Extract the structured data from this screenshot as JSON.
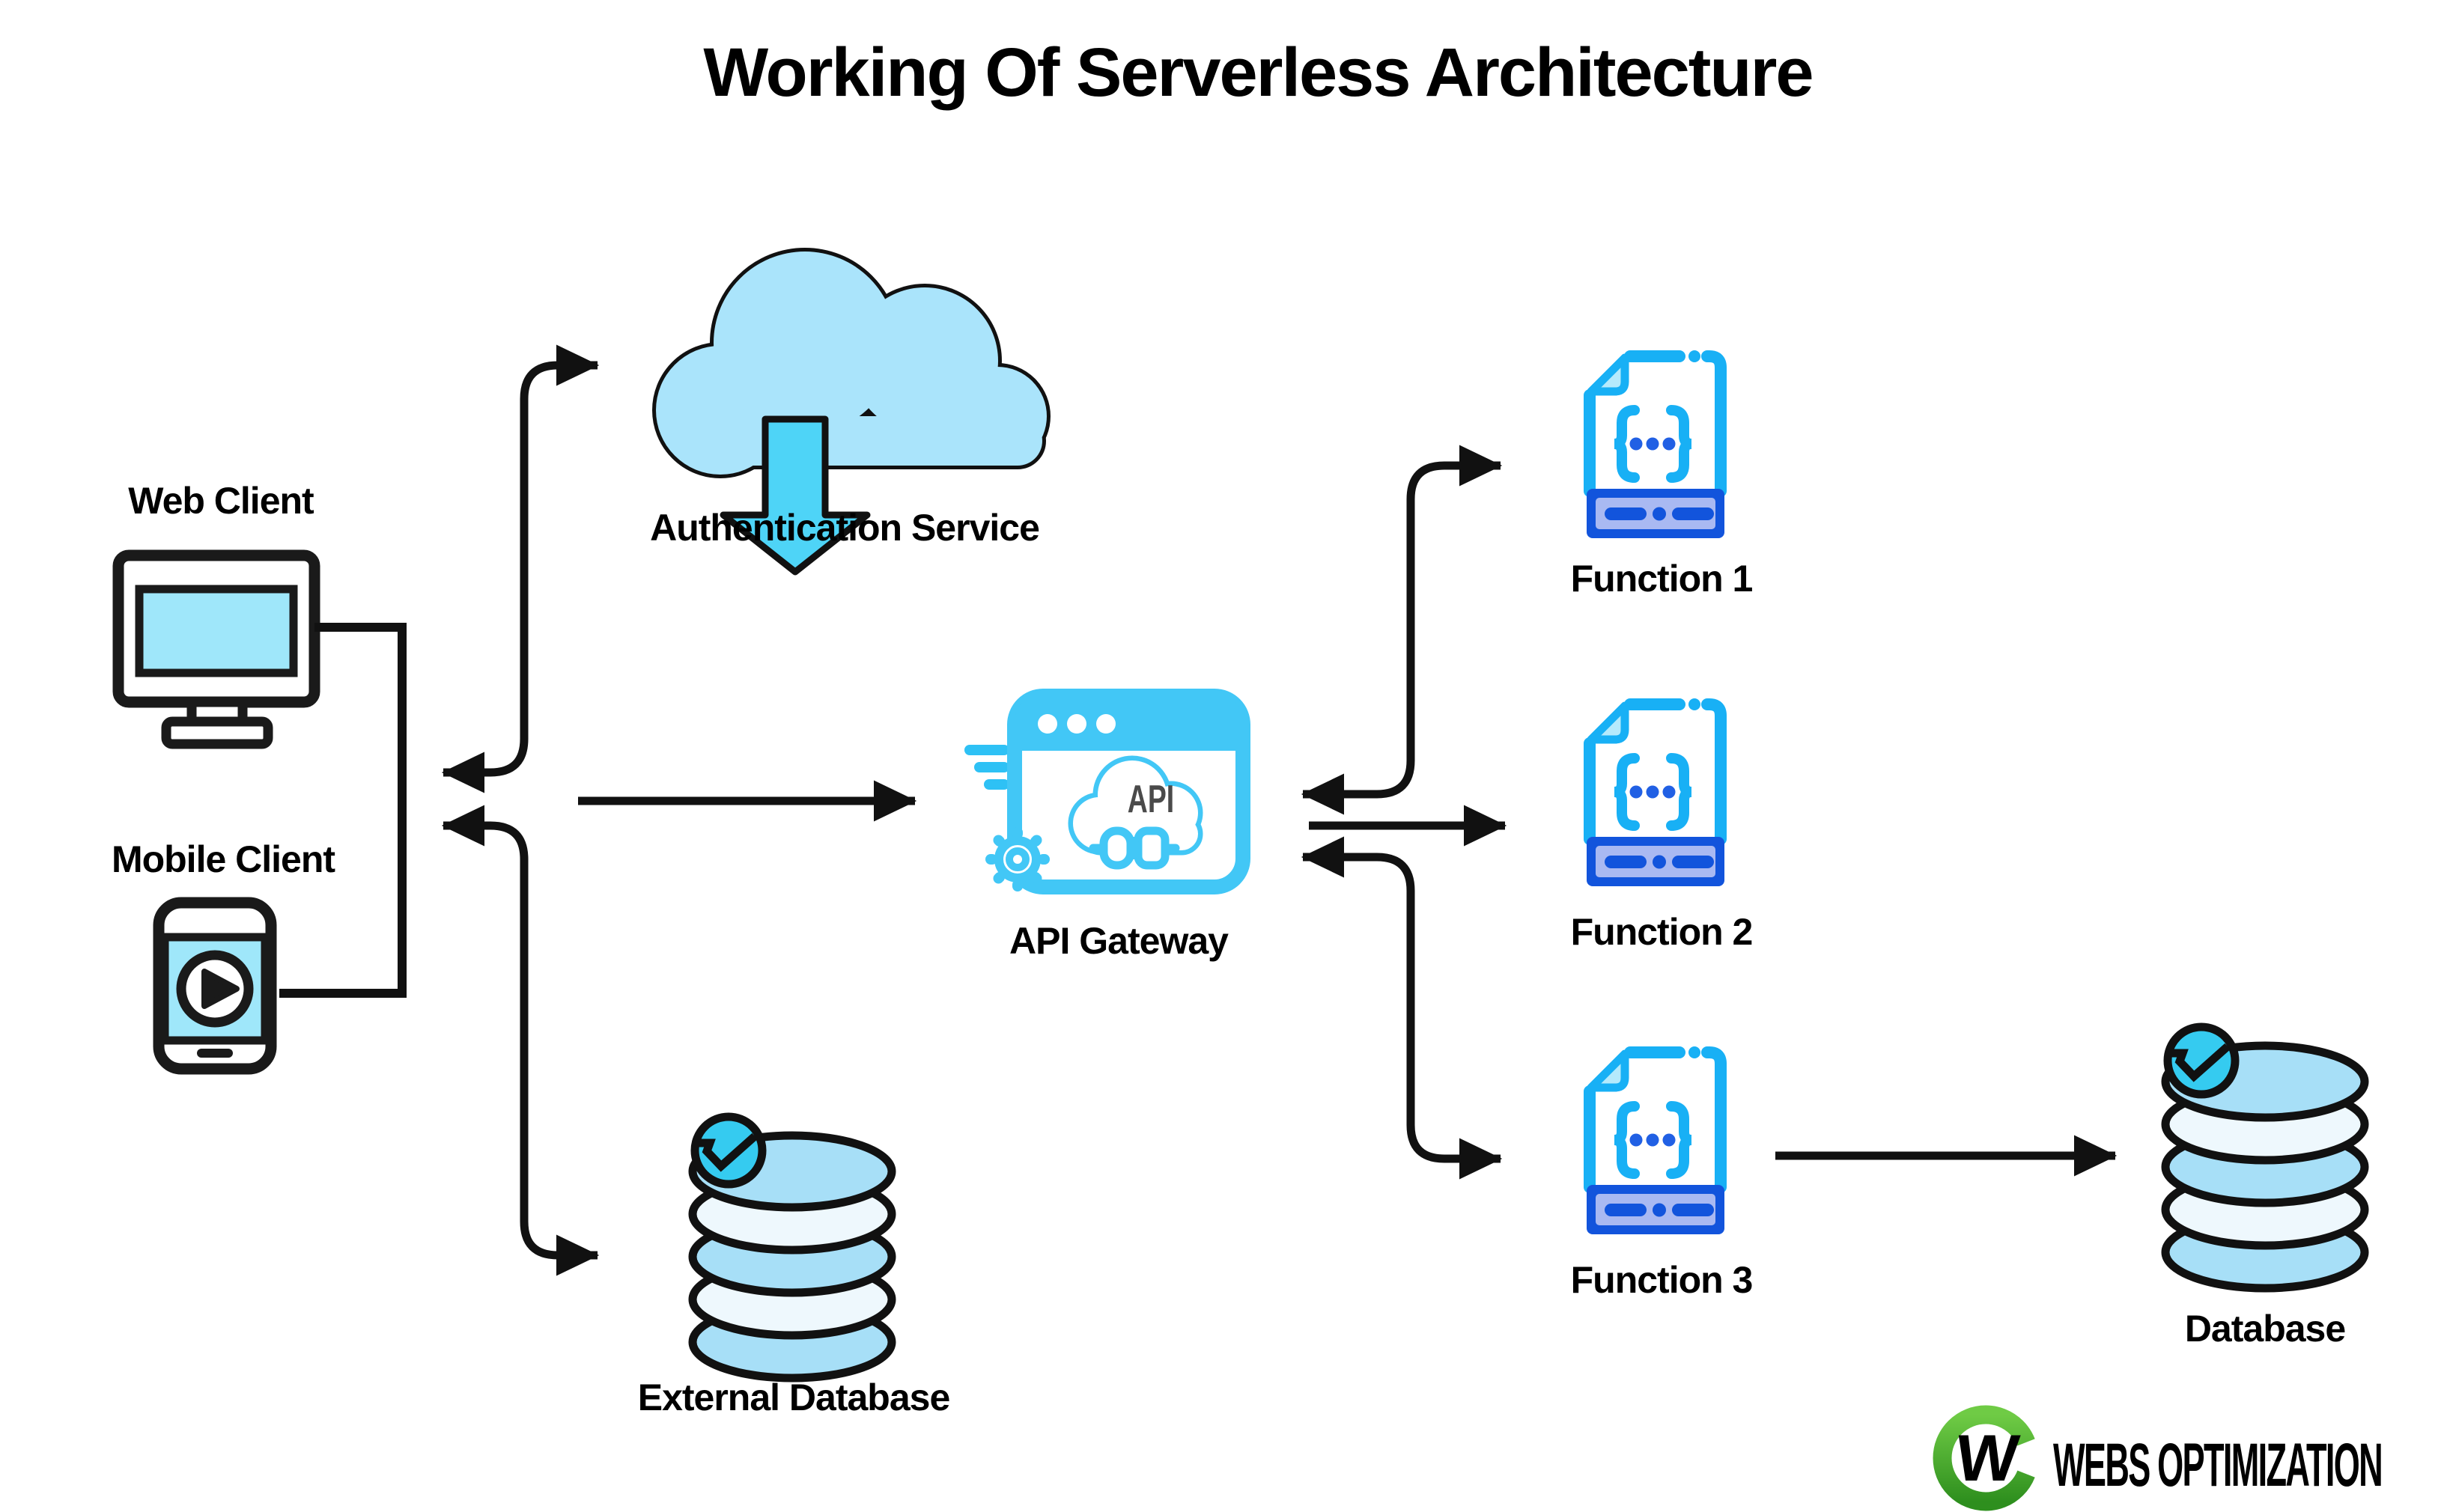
{
  "title": "Working Of Serverless Architecture",
  "nodes": {
    "web_client": {
      "label": "Web Client"
    },
    "mobile_client": {
      "label": "Mobile Client"
    },
    "auth_service": {
      "label": "Authentication Service"
    },
    "api_gateway": {
      "label": "API Gateway",
      "badge": "API"
    },
    "function_1": {
      "label": "Function 1"
    },
    "function_2": {
      "label": "Function 2"
    },
    "function_3": {
      "label": "Function 3"
    },
    "external_database": {
      "label": "External Database"
    },
    "database": {
      "label": "Database"
    }
  },
  "edges": [
    {
      "from": "clients",
      "to": "auth_service",
      "bidirectional": true
    },
    {
      "from": "clients",
      "to": "api_gateway",
      "bidirectional": false
    },
    {
      "from": "clients",
      "to": "external_database",
      "bidirectional": true
    },
    {
      "from": "api_gateway",
      "to": "function_1",
      "bidirectional": true
    },
    {
      "from": "api_gateway",
      "to": "function_2",
      "bidirectional": false
    },
    {
      "from": "api_gateway",
      "to": "function_3",
      "bidirectional": true
    },
    {
      "from": "function_3",
      "to": "database",
      "bidirectional": false
    }
  ],
  "logo": {
    "monogram": "W",
    "text_primary": "WEBS",
    "text_secondary": "OPTIMIZATION"
  },
  "colors": {
    "line_black": "#111111",
    "icon_outline_black": "#1a1a1a",
    "screen_cyan": "#9FE7FA",
    "cloud_fill": "#AAE4FB",
    "cloud_arrow_cyan": "#4ED4F7",
    "gateway_cyan": "#42C7F6",
    "function_outline_cyan": "#18B0F5",
    "function_fold": "#B5EAFC",
    "code_dot_blue": "#2160E4",
    "footer_blue": "#1254DC",
    "footer_inner": "#A9B9F2",
    "db_disc_light": "#A7DFF7",
    "db_disc_pale": "#EEF8FD",
    "db_check_cyan": "#35CBF0",
    "logo_green": "#44A52C",
    "logo_blue": "#2E7BC4"
  }
}
